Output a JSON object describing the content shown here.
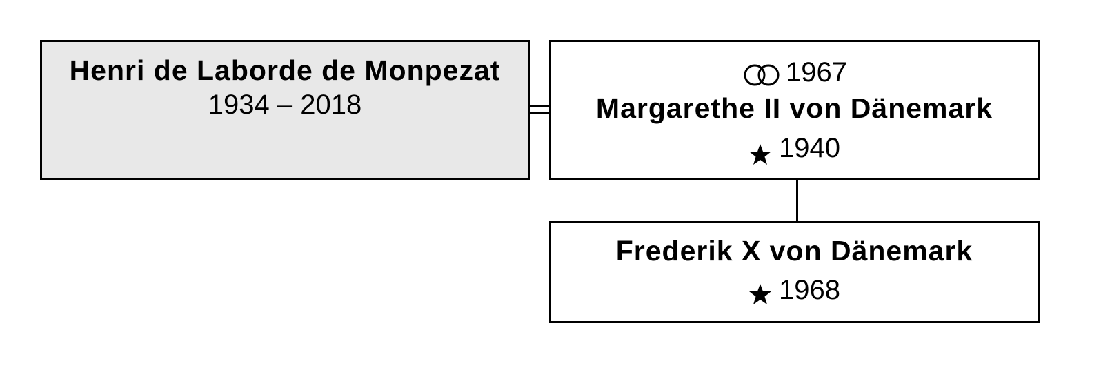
{
  "person_father": {
    "name": "Henri de Laborde de Monpezat",
    "dates": "1934 – 2018"
  },
  "person_mother": {
    "marriage_icon": "wedding-rings-icon",
    "marriage_year": "1967",
    "name": "Margarethe II von Dänemark",
    "birth_icon": "star-icon",
    "birth_year": "1940"
  },
  "person_child": {
    "name": "Frederik X von Dänemark",
    "birth_icon": "star-icon",
    "birth_year": "1968"
  },
  "colors": {
    "highlight_box": "#e8e8e8",
    "box": "#ffffff",
    "border": "#000000"
  }
}
